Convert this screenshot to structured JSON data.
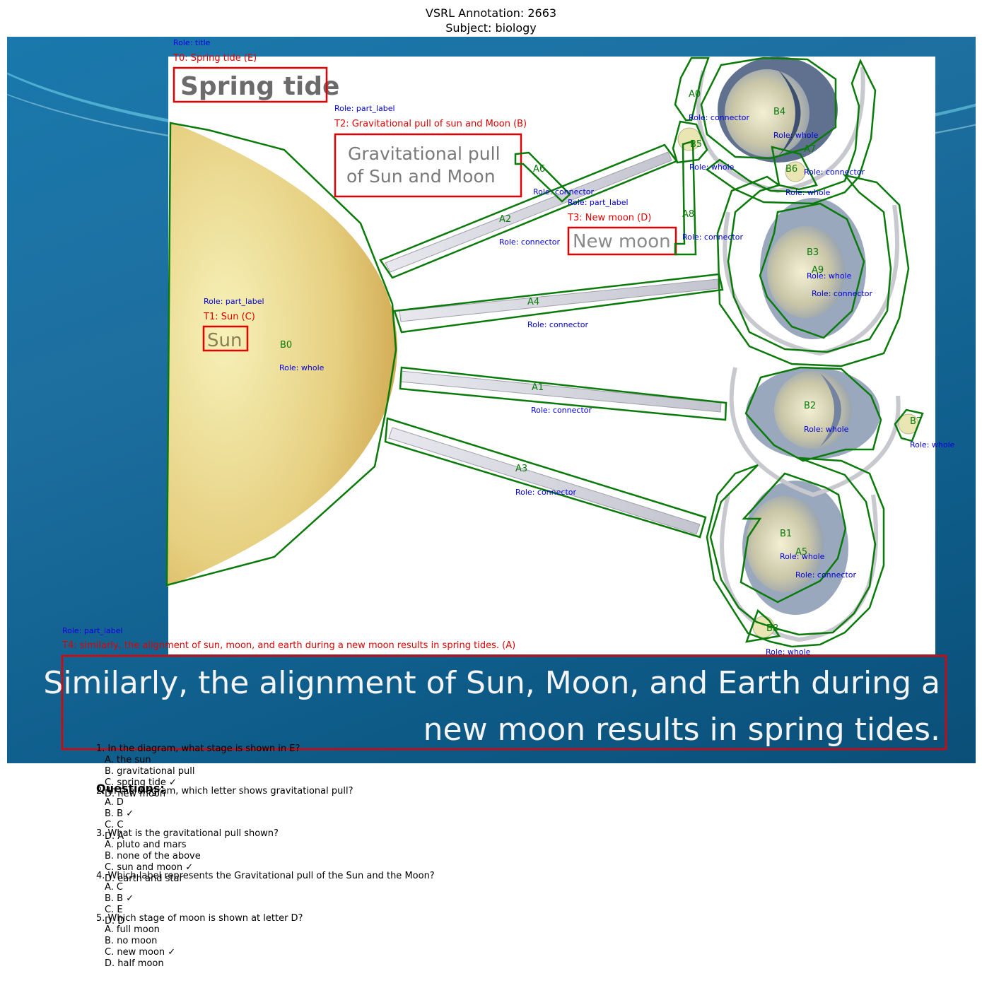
{
  "header": {
    "title": "VSRL Annotation: 2663",
    "subject": "Subject: biology"
  },
  "slide": {
    "title_text": "Spring tide",
    "label_gravity_l1": "Gravitational pull",
    "label_gravity_l2": "of Sun and Moon",
    "label_newmoon": "New moon",
    "label_sun": "Sun",
    "caption_l1": "Similarly, the alignment of Sun, Moon, and Earth during a",
    "caption_l2": "new moon results in spring tides."
  },
  "annotations": {
    "text_boxes": [
      {
        "role": "Role: title",
        "label": "T0: Spring tide (E)"
      },
      {
        "role": "Role: part_label",
        "label": "T2: Gravitational pull of sun and Moon (B)"
      },
      {
        "role": "Role: part_label",
        "label": "T3: New moon (D)"
      },
      {
        "role": "Role: part_label",
        "label": "T1: Sun (C)"
      },
      {
        "role": "Role: part_label",
        "label": "T4: similarly, the alignment of sun, moon, and earth during a new moon results in spring tides. (A)"
      }
    ],
    "shapes": [
      {
        "id": "A0",
        "role": "Role: connector"
      },
      {
        "id": "B4",
        "role": "Role: whole"
      },
      {
        "id": "B5",
        "role": "Role: whole"
      },
      {
        "id": "A7",
        "role": "Role: connector"
      },
      {
        "id": "B6",
        "role": "Role: whole"
      },
      {
        "id": "A6",
        "role": "Role: connector"
      },
      {
        "id": "A2",
        "role": "Role: connector"
      },
      {
        "id": "A8",
        "role": "Role: connector"
      },
      {
        "id": "B3",
        "role": "Role: whole"
      },
      {
        "id": "A9",
        "role": "Role: connector"
      },
      {
        "id": "A4",
        "role": "Role: connector"
      },
      {
        "id": "B0",
        "role": "Role: whole"
      },
      {
        "id": "A1",
        "role": "Role: connector"
      },
      {
        "id": "B2",
        "role": "Role: whole"
      },
      {
        "id": "B7",
        "role": "Role: whole"
      },
      {
        "id": "A3",
        "role": "Role: connector"
      },
      {
        "id": "B1",
        "role": "Role: whole"
      },
      {
        "id": "A5",
        "role": "Role: connector"
      },
      {
        "id": "B8",
        "role": "Role: whole"
      }
    ],
    "colors": {
      "text_box": "#e00000",
      "shape": "#0a7a0a",
      "role": "#0000dd"
    }
  },
  "questions": {
    "heading": "Questions:",
    "items": [
      {
        "q": "1. In the diagram, what stage is shown in E?",
        "options": [
          "A. the sun",
          "B. gravitational pull",
          "C. spring tide ✓",
          "D. new moon"
        ]
      },
      {
        "q": "2. In the diagram, which letter shows gravitational pull?",
        "options": [
          "A. D",
          "B. B ✓",
          "C. C",
          "D. A"
        ]
      },
      {
        "q": "3. What is the gravitational pull shown?",
        "options": [
          "A. pluto and mars",
          "B. none of the above",
          "C. sun and moon ✓",
          "D. earth and star"
        ]
      },
      {
        "q": "4. Which label represents the Gravitational pull of the Sun and the Moon?",
        "options": [
          "A. C",
          "B. B ✓",
          "C. E",
          "D. D"
        ]
      },
      {
        "q": "5. Which stage of moon is shown at letter D?",
        "options": [
          "A. full moon",
          "B. no moon",
          "C. new moon ✓",
          "D. half moon"
        ]
      }
    ]
  }
}
